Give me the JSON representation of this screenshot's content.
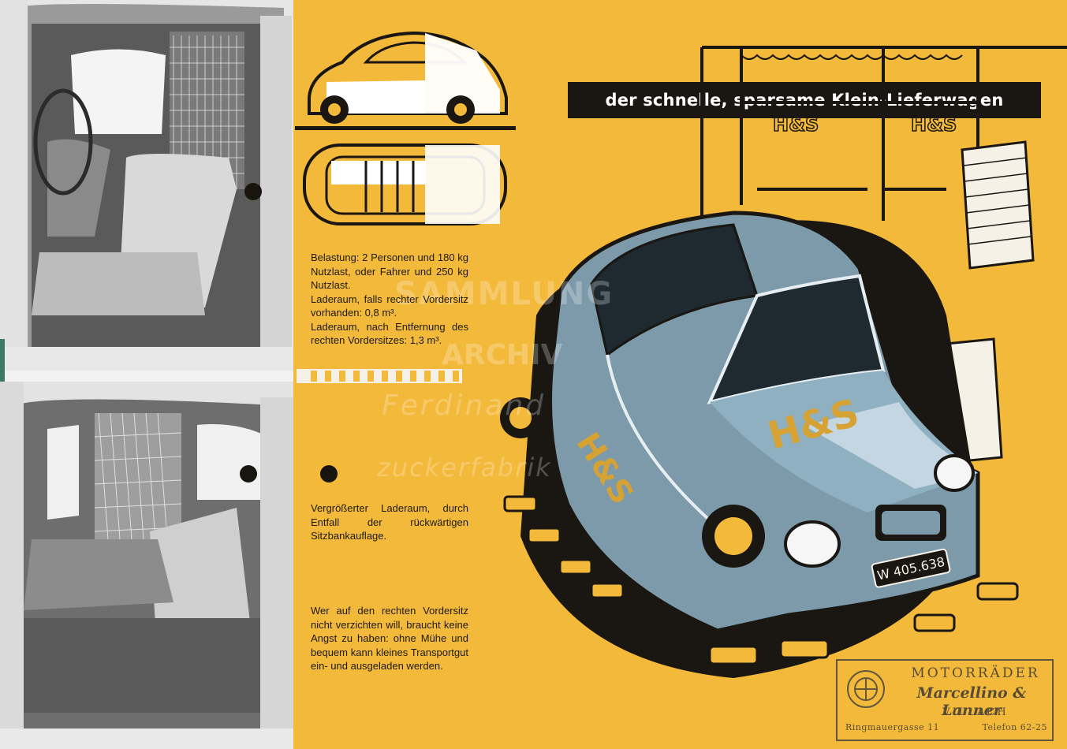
{
  "headline": "der schnelle, sparsame Klein-Lieferwagen",
  "text_spec": "Belastung: 2 Personen und 180 kg Nutzlast, oder Fahrer und 250 kg Nutzlast.\nLaderaum, falls rechter Vordersitz vorhanden: 0,8 m³.\nLaderaum, nach Entfernung des rechten Vordersitzes: 1,3 m³.",
  "text_cargo": "Vergrößerter Laderaum, durch Entfall der rückwärtigen Sitzbankauflage.",
  "text_seat": "Wer auf den rechten Vordersitz nicht verzichten will, braucht keine Angst zu haben: ohne Mühe und bequem kann kleines Transportgut ein- und ausgeladen werden.",
  "car": {
    "license_plate": "W 405.638",
    "hood_logo": "H&S",
    "door_logo": "H&S",
    "body_color": "#7c9aaa"
  },
  "storefront_signs": [
    "H&S",
    "H&S"
  ],
  "stamp": {
    "line1": "MOTORRÄDER",
    "line2": "Marcellino & Lanner",
    "line3": "VILLACH",
    "address": "Ringmauergasse 11",
    "phone": "Telefon 62-25"
  },
  "watermark": {
    "line1": "SAMMLUNG",
    "line2": "ARCHIV",
    "line3": "Ferdinand",
    "line4": "zuckerfabrik"
  },
  "colors": {
    "page_yellow": "#f3b93a",
    "ink": "#1a1713"
  }
}
